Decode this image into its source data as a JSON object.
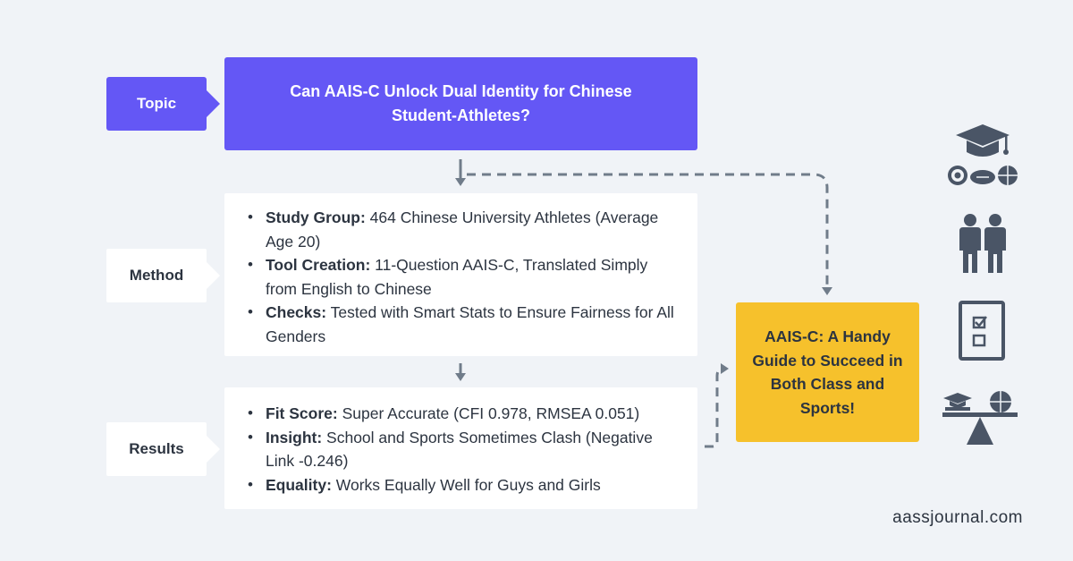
{
  "labels": {
    "topic": "Topic",
    "method": "Method",
    "results": "Results"
  },
  "title": "Can AAIS-C Unlock Dual Identity for Chinese Student-Athletes?",
  "method": {
    "items": [
      {
        "bold": "Study Group:",
        "text": " 464 Chinese University Athletes (Average Age 20)"
      },
      {
        "bold": "Tool Creation:",
        "text": " 11-Question AAIS-C, Translated Simply from English to Chinese"
      },
      {
        "bold": "Checks:",
        "text": " Tested with Smart Stats to Ensure Fairness for All Genders"
      }
    ]
  },
  "results": {
    "items": [
      {
        "bold": "Fit Score:",
        "text": " Super Accurate (CFI 0.978, RMSEA 0.051)"
      },
      {
        "bold": "Insight:",
        "text": " School and Sports Sometimes Clash (Negative Link -0.246)"
      },
      {
        "bold": "Equality:",
        "text": " Works Equally Well for Guys and Girls"
      }
    ]
  },
  "conclusion": "AAIS-C: A Handy Guide to Succeed in Both Class and Sports!",
  "watermark": "aassjournal.com",
  "icons": [
    "graduation-cap-sports-balls-icon",
    "two-people-icon",
    "checklist-icon",
    "balance-scale-icon"
  ],
  "colors": {
    "background": "#f0f3f7",
    "purple": "#6457f5",
    "yellow": "#f6c12c",
    "icon": "#4a5566",
    "arrow": "#707c8a"
  }
}
